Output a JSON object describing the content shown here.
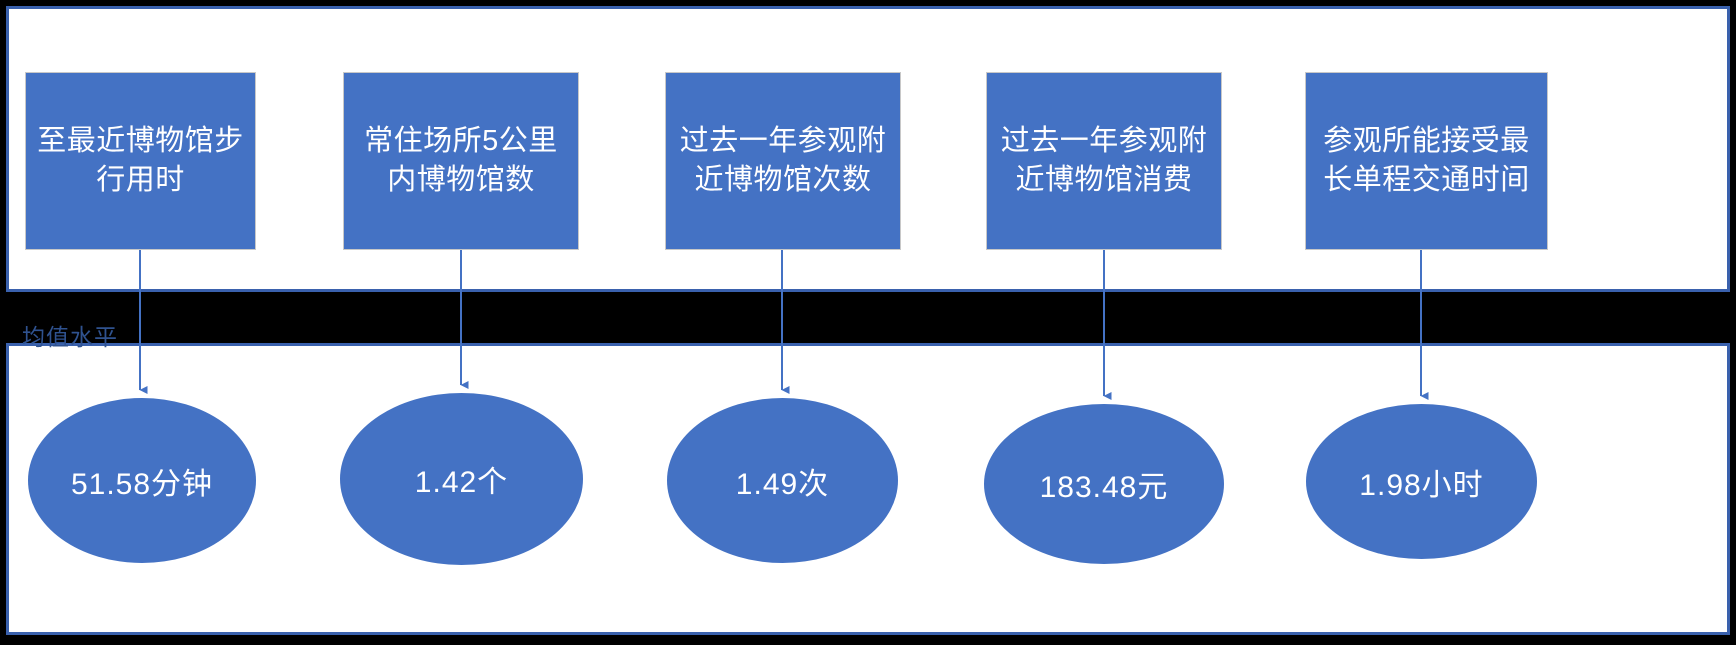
{
  "diagram": {
    "mean_level_label": "均值水平",
    "accent_blue": "#4472C4",
    "panel_border_blue": "#3A61AD",
    "label_blue": "#2F528F",
    "background": "#000000",
    "factors": [
      {
        "id": "walk-time-to-nearest-museum",
        "label": "至最近博物馆步行用时",
        "value": "51.58分钟"
      },
      {
        "id": "museums-within-5km-of-residence",
        "label": "常住场所5公里内博物馆数",
        "value": "1.42个"
      },
      {
        "id": "visits-past-year",
        "label": "过去一年参观附近博物馆次数",
        "value": "1.49次"
      },
      {
        "id": "spending-past-year",
        "label": "过去一年参观附近博物馆消费",
        "value": "183.48元"
      },
      {
        "id": "max-acceptable-one-way-time",
        "label": "参观所能接受最长单程交通时间",
        "value": "1.98小时"
      }
    ]
  }
}
